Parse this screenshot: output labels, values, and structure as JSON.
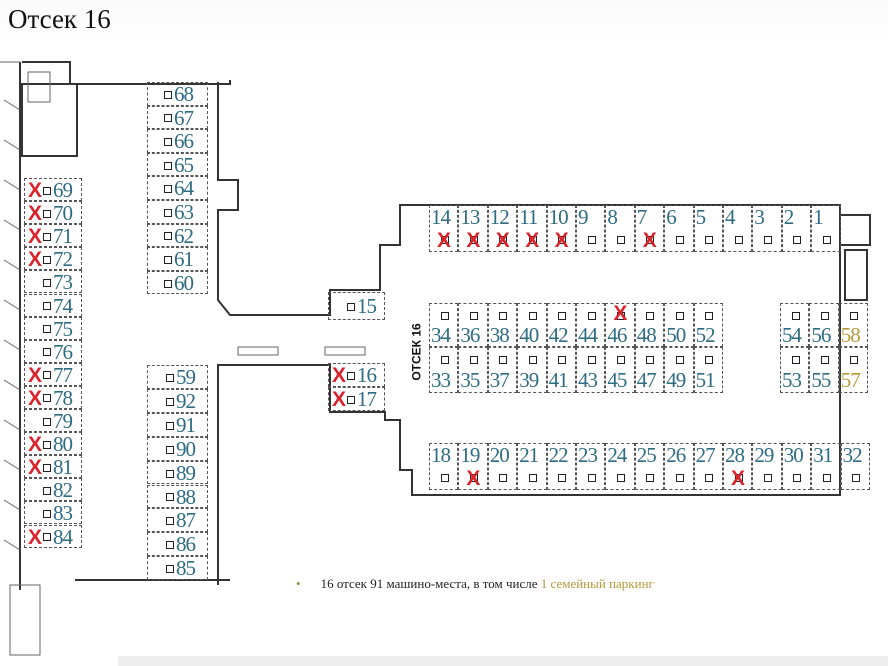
{
  "title": "Отсек 16",
  "section_label": "ОТСЕК 16",
  "note": {
    "text": "16 отсек 91 машино-места, в том числе",
    "family_text": "1 семейный паркинг"
  },
  "colors": {
    "label": "#2d6c82",
    "cross": "#d8242a",
    "family": "#b59a3a"
  },
  "legend": {
    "cross_meaning": "X"
  },
  "groups": {
    "left_column": [
      "69",
      "70",
      "71",
      "72",
      "73",
      "74",
      "75",
      "76",
      "77",
      "78",
      "79",
      "80",
      "81",
      "82",
      "83",
      "84"
    ],
    "middle_upper": [
      "68",
      "67",
      "66",
      "65",
      "64",
      "63",
      "62",
      "61",
      "60"
    ],
    "middle_lower": [
      "59",
      "92",
      "91",
      "90",
      "89",
      "88",
      "87",
      "86",
      "85"
    ],
    "spot_15": [
      "15"
    ],
    "spots_16_17": [
      "16",
      "17"
    ],
    "top_row": [
      "14",
      "13",
      "12",
      "11",
      "10",
      "9",
      "8",
      "7",
      "6",
      "5",
      "4",
      "3",
      "2",
      "1"
    ],
    "center_upper": [
      "34",
      "36",
      "38",
      "40",
      "42",
      "44",
      "46",
      "48",
      "50",
      "52"
    ],
    "center_lower": [
      "33",
      "35",
      "37",
      "39",
      "41",
      "43",
      "45",
      "47",
      "49",
      "51"
    ],
    "right_upper": [
      "54",
      "56",
      "58"
    ],
    "right_lower": [
      "53",
      "55",
      "57"
    ],
    "bottom_row": [
      "18",
      "19",
      "20",
      "21",
      "22",
      "23",
      "24",
      "25",
      "26",
      "27",
      "28",
      "29",
      "30",
      "31",
      "32"
    ]
  },
  "crossed": [
    "14",
    "13",
    "12",
    "11",
    "10",
    "7",
    "46",
    "19",
    "28",
    "69",
    "70",
    "71",
    "72",
    "77",
    "78",
    "80",
    "81",
    "84",
    "16",
    "17"
  ],
  "family": [
    "57",
    "58"
  ]
}
